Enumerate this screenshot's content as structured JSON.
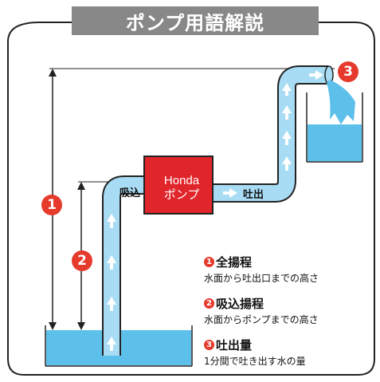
{
  "title": "ポンプ用語解説",
  "pump": {
    "brand": "Honda",
    "name": "ポンプ"
  },
  "pipe_labels": {
    "suction": "吸込",
    "discharge": "吐出"
  },
  "markers": {
    "one": "1",
    "two": "2",
    "three": "3"
  },
  "legend": [
    {
      "num": "1",
      "term": "全揚程",
      "desc": "水面から吐出口までの高さ"
    },
    {
      "num": "2",
      "term": "吸込揚程",
      "desc": "水面からポンプまでの高さ"
    },
    {
      "num": "3",
      "term": "吐出量",
      "desc": "1分間で吐き出す水の量"
    }
  ],
  "colors": {
    "water": "#5cc0ea",
    "pump": "#e0252b",
    "marker": "#e53a2c",
    "pipe": "#a8dcf4",
    "title_bg": "#888888"
  }
}
